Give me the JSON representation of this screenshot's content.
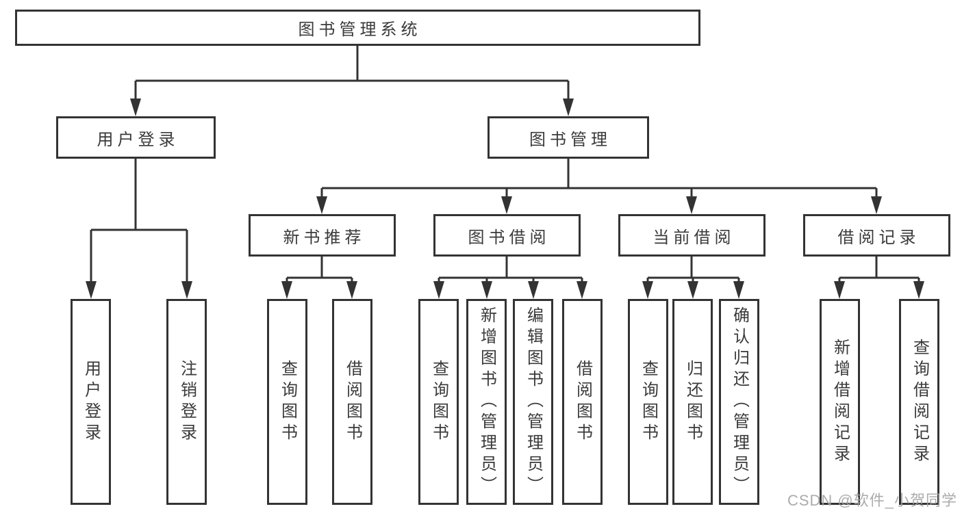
{
  "nodes": {
    "root": {
      "label": "图书管理系统"
    },
    "level2": [
      {
        "label": "用户登录"
      },
      {
        "label": "图书管理"
      }
    ],
    "level3": [
      {
        "label": "新书推荐",
        "parent": "图书管理"
      },
      {
        "label": "图书借阅",
        "parent": "图书管理"
      },
      {
        "label": "当前借阅",
        "parent": "图书管理"
      },
      {
        "label": "借阅记录",
        "parent": "图书管理"
      }
    ],
    "leaves": [
      {
        "label": "用户登录",
        "parent": "用户登录"
      },
      {
        "label": "注销登录",
        "parent": "用户登录"
      },
      {
        "label": "查询图书",
        "parent": "新书推荐"
      },
      {
        "label": "借阅图书",
        "parent": "新书推荐"
      },
      {
        "label": "查询图书",
        "parent": "图书借阅"
      },
      {
        "label": "新增图书（管理员）",
        "parent": "图书借阅"
      },
      {
        "label": "编辑图书（管理员）",
        "parent": "图书借阅"
      },
      {
        "label": "借阅图书",
        "parent": "图书借阅"
      },
      {
        "label": "查询图书",
        "parent": "当前借阅"
      },
      {
        "label": "归还图书",
        "parent": "当前借阅"
      },
      {
        "label": "确认归还（管理员）",
        "parent": "当前借阅"
      },
      {
        "label": "新增借阅记录",
        "parent": "借阅记录"
      },
      {
        "label": "查询借阅记录",
        "parent": "借阅记录"
      }
    ]
  },
  "watermark": {
    "text": "CSDN @软件_小贺同学"
  },
  "colors": {
    "line": "#333333",
    "box_border": "#333333",
    "box_fill": "#ffffff",
    "text": "#3a3a3a",
    "watermark": "#a2a2a4"
  }
}
